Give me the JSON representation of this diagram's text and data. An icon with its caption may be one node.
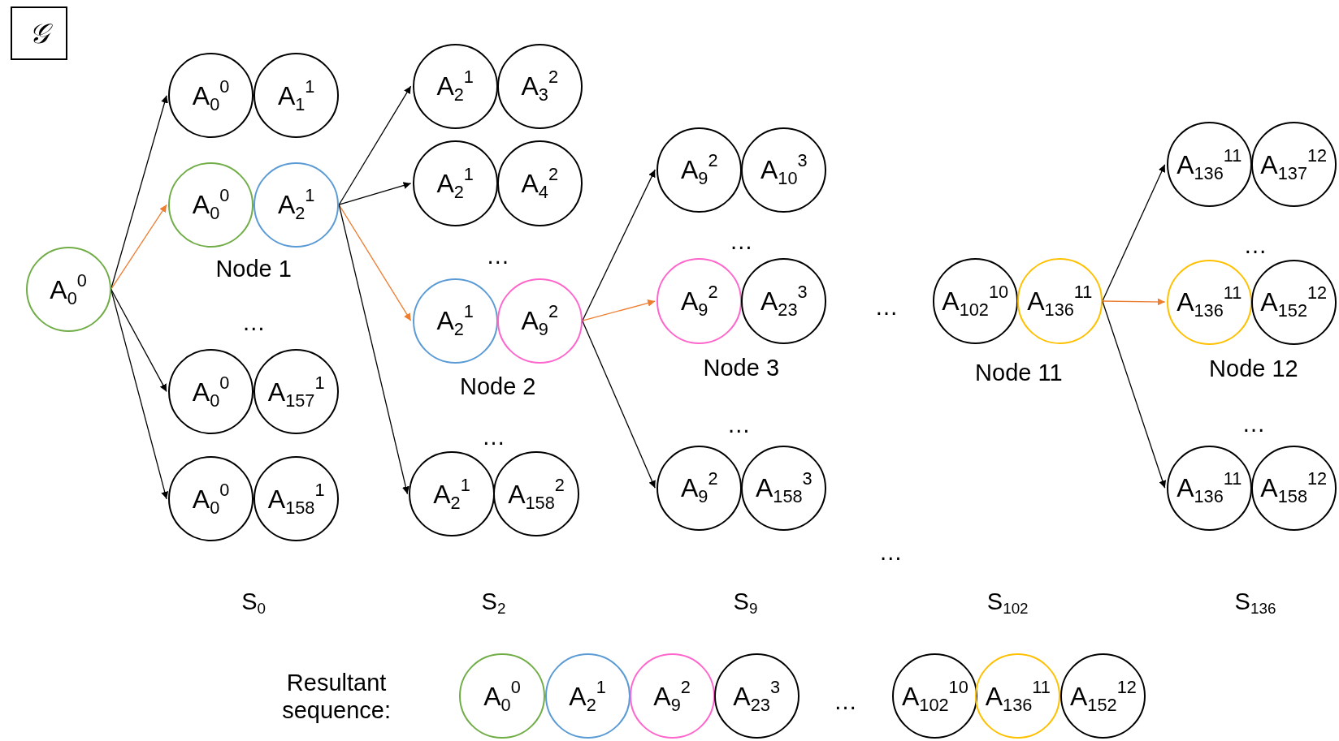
{
  "diagram": {
    "nodes": [
      {
        "text": [
          "𝒢"
        ]
      },
      {
        "text": [
          "A$_{0}$$^{0}$"
        ]
      },
      {
        "text": [
          "A$_{0}$$^{0}$"
        ]
      },
      {
        "text": [
          "A$_{1}$$^{1}$"
        ]
      },
      {
        "text": [
          "A$_{0}$$^{0}$"
        ]
      },
      {
        "text": [
          "A$_{2}$$^{1}$"
        ]
      },
      {
        "text": [
          "A$_{0}$$^{0}$"
        ]
      },
      {
        "text": [
          "A$_{157}$$^{1}$"
        ]
      },
      {
        "text": [
          "A$_{0}$$^{0}$"
        ]
      },
      {
        "text": [
          "A$_{158}$$^{1}$"
        ]
      },
      {
        "text": [
          "A$_{2}$$^{1}$"
        ]
      },
      {
        "text": [
          "A$_{3}$$^{2}$"
        ]
      },
      {
        "text": [
          "A$_{2}$$^{1}$"
        ]
      },
      {
        "text": [
          "A$_{4}$$^{2}$"
        ]
      },
      {
        "text": [
          "A$_{2}$$^{1}$"
        ]
      },
      {
        "text": [
          "A$_{9}$$^{2}$"
        ]
      },
      {
        "text": [
          "A$_{2}$$^{1}$"
        ]
      },
      {
        "text": [
          "A$_{158}$$^{2}$"
        ]
      },
      {
        "text": [
          "A$_{9}$$^{2}$"
        ]
      },
      {
        "text": [
          "A$_{10}$$^{3}$"
        ]
      },
      {
        "text": [
          "A$_{9}$$^{2}$"
        ]
      },
      {
        "text": [
          "A$_{23}$$^{3}$"
        ]
      },
      {
        "text": [
          "A$_{9}$$^{2}$"
        ]
      },
      {
        "text": [
          "A$_{158}$$^{3}$"
        ]
      },
      {
        "text": [
          "A$_{102}$$^{10}$"
        ]
      },
      {
        "text": [
          "A$_{136}$$^{11}$"
        ]
      },
      {
        "text": [
          "A$_{136}$$^{11}$"
        ]
      },
      {
        "text": [
          "A$_{137}$$^{12}$"
        ]
      },
      {
        "text": [
          "A$_{136}$$^{11}$"
        ]
      },
      {
        "text": [
          "A$_{152}$$^{12}$"
        ]
      },
      {
        "text": [
          "A$_{136}$$^{11}$"
        ]
      },
      {
        "text": [
          "A$_{158}$$^{12}$"
        ]
      },
      {
        "text": [
          "A$_{0}$$^{0}$"
        ]
      },
      {
        "text": [
          "A$_{2}$$^{1}$"
        ]
      },
      {
        "text": [
          "A$_{9}$$^{2}$"
        ]
      },
      {
        "text": [
          "A$_{23}$$^{3}$"
        ]
      },
      {
        "text": [
          "A$_{102}$$^{10}$"
        ]
      },
      {
        "text": [
          "A$_{136}$$^{11}$"
        ]
      },
      {
        "text": [
          "A$_{152}$$^{12}$"
        ]
      }
    ],
    "edges": [
      {
        "from": 1,
        "to": 2,
        "arrow": "to"
      },
      {
        "from": 1,
        "to": 4,
        "arrow": "to",
        "color": "#ed7d31"
      },
      {
        "from": 1,
        "to": 6,
        "arrow": "to"
      },
      {
        "from": 1,
        "to": 8,
        "arrow": "to"
      },
      {
        "from": 5,
        "to": 10,
        "arrow": "to"
      },
      {
        "from": 5,
        "to": 12,
        "arrow": "to"
      },
      {
        "from": 5,
        "to": 14,
        "arrow": "to",
        "color": "#ed7d31"
      },
      {
        "from": 5,
        "to": 16,
        "arrow": "to"
      },
      {
        "from": 15,
        "to": 18,
        "arrow": "to"
      },
      {
        "from": 15,
        "to": 20,
        "arrow": "to",
        "color": "#ed7d31"
      },
      {
        "from": 15,
        "to": 22,
        "arrow": "to"
      },
      {
        "from": 25,
        "to": 26,
        "arrow": "to"
      },
      {
        "from": 25,
        "to": 28,
        "arrow": "to",
        "color": "#ed7d31"
      },
      {
        "from": 25,
        "to": 30,
        "arrow": "to"
      }
    ],
    "labels": [
      "Node 1",
      "…",
      "…",
      "Node 2",
      "…",
      "…",
      "Node 3",
      "…",
      "…",
      "Node 11",
      "…",
      "Node 12",
      "…",
      "…",
      "S$_{0}$",
      "S$_{2}$",
      "S$_{9}$",
      "S$_{102}$",
      "S$_{136}$",
      "Resultant sequence:",
      "…"
    ]
  }
}
